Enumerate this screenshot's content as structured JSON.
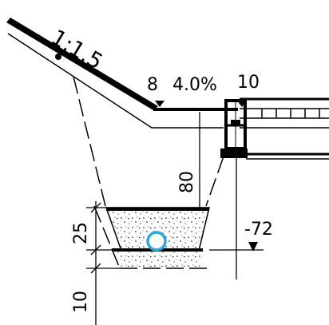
{
  "labels": {
    "slope_ratio": "1:1.5",
    "left_offset": "8",
    "cross_slope": "4.0%",
    "right_offset": "10",
    "ditch_depth": "80",
    "lining_height": "25",
    "base_thickness": "10",
    "elevation": "-72"
  }
}
